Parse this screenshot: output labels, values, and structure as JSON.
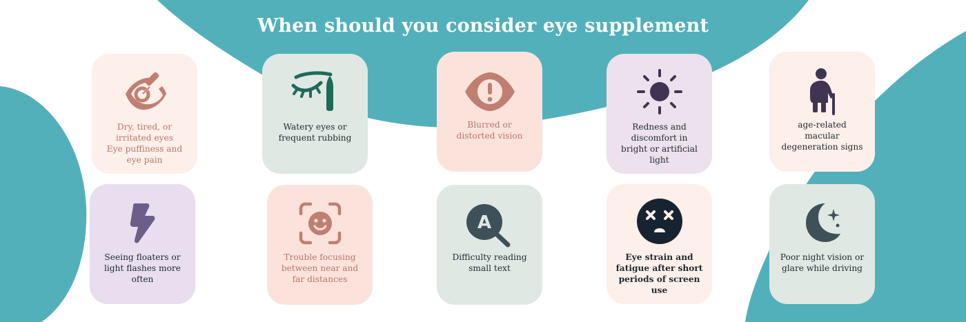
{
  "title": "When should you consider eye supplement",
  "colors": {
    "teal": "#52b0bb",
    "brown_icon": "#c07f72",
    "green_icon": "#1e6a59",
    "slate_icon": "#3e5159",
    "purple_icon": "#3f3553",
    "violet_icon": "#6b5f8a",
    "navy_icon": "#172331"
  },
  "cards": [
    {
      "icon": "eye-dropper-icon",
      "lines": [
        "Dry, tired, or",
        "irritated eyes",
        "Eye puffiness and",
        "eye pain"
      ]
    },
    {
      "icon": "watery-eye-icon",
      "lines": [
        "Watery eyes or",
        "frequent rubbing"
      ]
    },
    {
      "icon": "eye-alert-icon",
      "lines": [
        "Blurred or",
        "distorted vision"
      ]
    },
    {
      "icon": "sun-icon",
      "lines": [
        "Redness and",
        "discomfort in",
        "bright or artificial",
        "light"
      ]
    },
    {
      "icon": "elderly-person-icon",
      "lines": [
        "age-related",
        "macular",
        "degeneration signs"
      ]
    },
    {
      "icon": "lightning-icon",
      "lines": [
        "Seeing floaters or",
        "light flashes more",
        "often"
      ]
    },
    {
      "icon": "face-focus-icon",
      "lines": [
        "Trouble focusing",
        "between near and",
        "far distances"
      ]
    },
    {
      "icon": "magnify-letter-icon",
      "icon_letter": "A",
      "lines": [
        "Difficulty reading",
        "small text"
      ]
    },
    {
      "icon": "dizzy-face-icon",
      "lines": [
        "Eye strain and",
        "fatigue after short",
        "periods of screen",
        "use"
      ]
    },
    {
      "icon": "moon-star-icon",
      "lines": [
        "Poor night vision or",
        "glare while driving"
      ]
    }
  ]
}
